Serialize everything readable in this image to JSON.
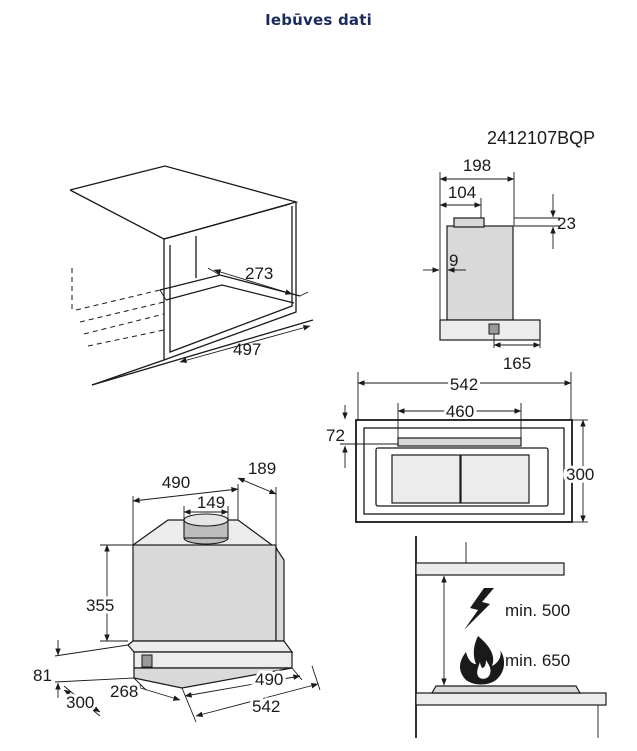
{
  "title": "Iebūves dati",
  "model_code": "2412107BQP",
  "cabinet": {
    "depth": "273",
    "width": "497"
  },
  "side_view": {
    "width": "198",
    "offset": "104",
    "top_height": "23",
    "wall": "9",
    "front": "165"
  },
  "front_view": {
    "width": "542",
    "inner_width": "460",
    "inner_height": "72",
    "height": "300"
  },
  "iso_view": {
    "width": "490",
    "depth_top": "189",
    "duct": "149",
    "height": "355",
    "base_height": "81",
    "depth": "300",
    "front_depth": "268",
    "front_width": "490",
    "base_width": "542"
  },
  "clearance": {
    "electric": "min. 500",
    "gas": "min. 650"
  },
  "icons": [
    "lightning-icon",
    "flame-icon"
  ]
}
